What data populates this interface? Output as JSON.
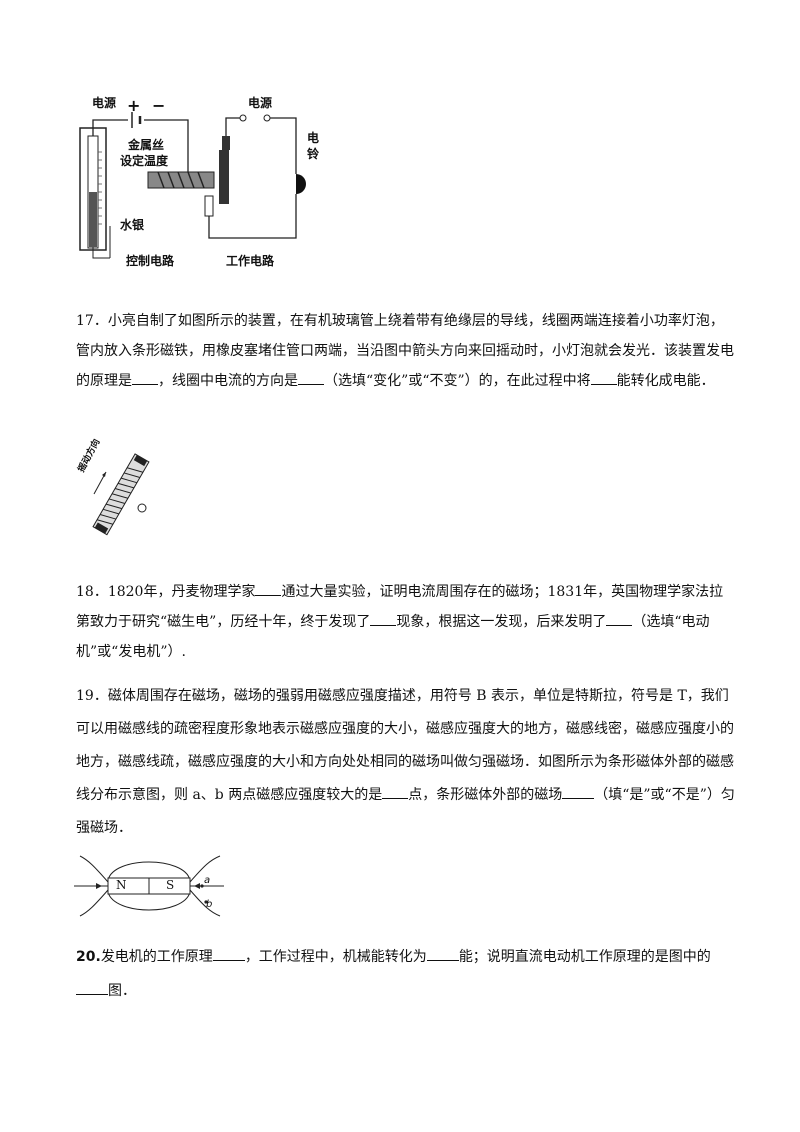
{
  "figure1": {
    "power_label_left": "电源",
    "power_label_right": "电源",
    "plus_sign": "+",
    "minus_sign": "−",
    "metal_wire_label": "金属丝",
    "set_temp_label": "设定温度",
    "mercury_label": "水银",
    "bell_label": "电铃",
    "control_circuit_label": "控制电路",
    "work_circuit_label": "工作电路"
  },
  "q17": {
    "number": "17．",
    "part1": "小亮自制了如图所示的装置，在有机玻璃管上绕着带有绝缘层的导线，线圈两端连接着小功率灯泡，管内放入条形磁铁，用橡皮塞堵住管口两端，当沿图中箭头方向来回摇动时，小灯泡就会发光．该装置发电的原理是",
    "part2": "，线圈中电流的方向是",
    "part3": "（选填“变化”或“不变”）的，在此过程中将",
    "part4": "能转化成电能．",
    "figure_label": "摇动方向"
  },
  "q18": {
    "number": "18．",
    "part1": "1820年，丹麦物理学家",
    "part2": "通过大量实验，证明电流周围存在的磁场；1831年，英国物理学家法拉第致力于研究“磁生电”，历经十年，终于发现了",
    "part3": "现象，根据这一发现，后来发明了",
    "part4": "（选填“电动机”或“发电机”）."
  },
  "q19": {
    "number": "19．",
    "part1": "磁体周围存在磁场，磁场的强弱用磁感应强度描述，用符号 B 表示，单位是特斯拉，符号是 T，我们可以用磁感线的疏密程度形象地表示磁感应强度的大小，磁感应强度大的地方，磁感线密，磁感应强度小的地方，磁感线疏，磁感应强度的大小和方向处处相同的磁场叫做匀强磁场．如图所示为条形磁体外部的磁感线分布示意图，则 a、b 两点磁感应强度较大的是",
    "part2": "点，条形磁体外部的磁场",
    "part3": "（填“是”或“不是”）匀强磁场．",
    "magnet_n": "N",
    "magnet_s": "S",
    "point_a": "a",
    "point_b": "b"
  },
  "q20": {
    "number": "20.",
    "part1": "发电机的工作原理",
    "part2": "，工作过程中，机械能转化为",
    "part3": "能；说明直流电动机工作原理的是图中的",
    "part4": "图．"
  }
}
